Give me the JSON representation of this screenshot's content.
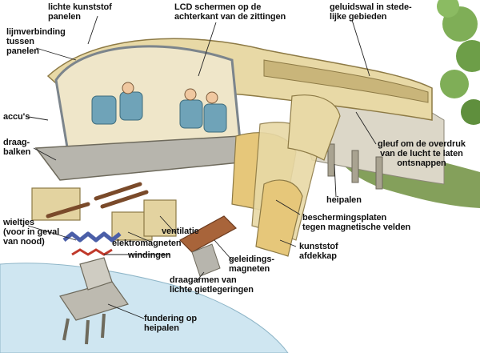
{
  "colors": {
    "body_cream": "#e8d9a6",
    "body_shadow": "#c9b57a",
    "frame_grey": "#9aa3ab",
    "floor_grey": "#b7b5ad",
    "wood_brown": "#a8643a",
    "magnet_blue": "#4b5fa8",
    "water_blue": "#cfe6f1",
    "ground_green": "#6f8f3e",
    "tree_green": "#7fae57"
  },
  "labels": {
    "lichte_kunststof_panelen": "lichte kunststof\npanelen",
    "lcd_schermen": "LCD schermen op de\nachterkant van de zittingen",
    "geluidswal": "geluidswal in stede-\nlijke gebieden",
    "lijmverbinding": "lijmverbinding\ntussen\npanelen",
    "accus": "accu's",
    "draagbalken": "draag-\nbalken",
    "gleuf": "gleuf om de overdruk\nvan de lucht  te laten\nontsnappen",
    "heipalen_right": "heipalen",
    "beschermingsplaten": "beschermingsplaten\ntegen magnetische velden",
    "kunststof_afdekkap": "kunststof\nafdekkap",
    "wieltjes": "wieltjes\n(voor in geval\nvan nood)",
    "ventilatie": "ventilatie",
    "elektromagneten": "elektromagneten",
    "windingen": "windingen",
    "geleidingsmagneten": "geleidings-\nmagneten",
    "draagarmen": "draagarmen van\nlichte gietlegeringen",
    "fundering": "fundering op\nheipalen"
  }
}
